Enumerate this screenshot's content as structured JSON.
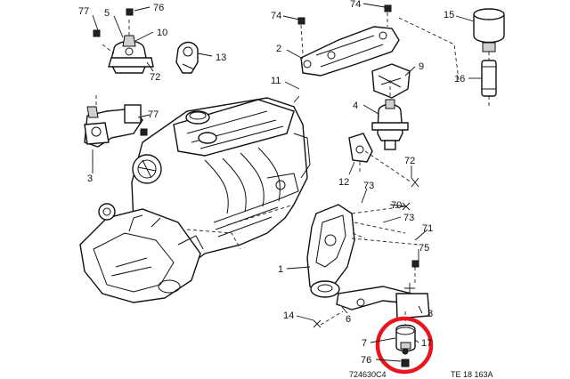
{
  "callouts": {
    "c77a": "77",
    "c5": "5",
    "c76a": "76",
    "c10": "10",
    "c72a": "72",
    "c13": "13",
    "c77b": "77",
    "c3": "3",
    "c74a": "74",
    "c74b": "74",
    "c2": "2",
    "c11": "11",
    "c9": "9",
    "c4": "4",
    "c15": "15",
    "c16": "16",
    "c72b": "72",
    "c12": "12",
    "c73a": "73",
    "c70": "70",
    "c73b": "73",
    "c71": "71",
    "c75": "75",
    "c1": "1",
    "c8": "8",
    "c14": "14",
    "c6": "6",
    "c7": "7",
    "c17": "17",
    "c76b": "76"
  },
  "footer": {
    "ref_left": "724630C4",
    "ref_right": "TE 18 163A"
  },
  "highlight_color": "#e8141e"
}
